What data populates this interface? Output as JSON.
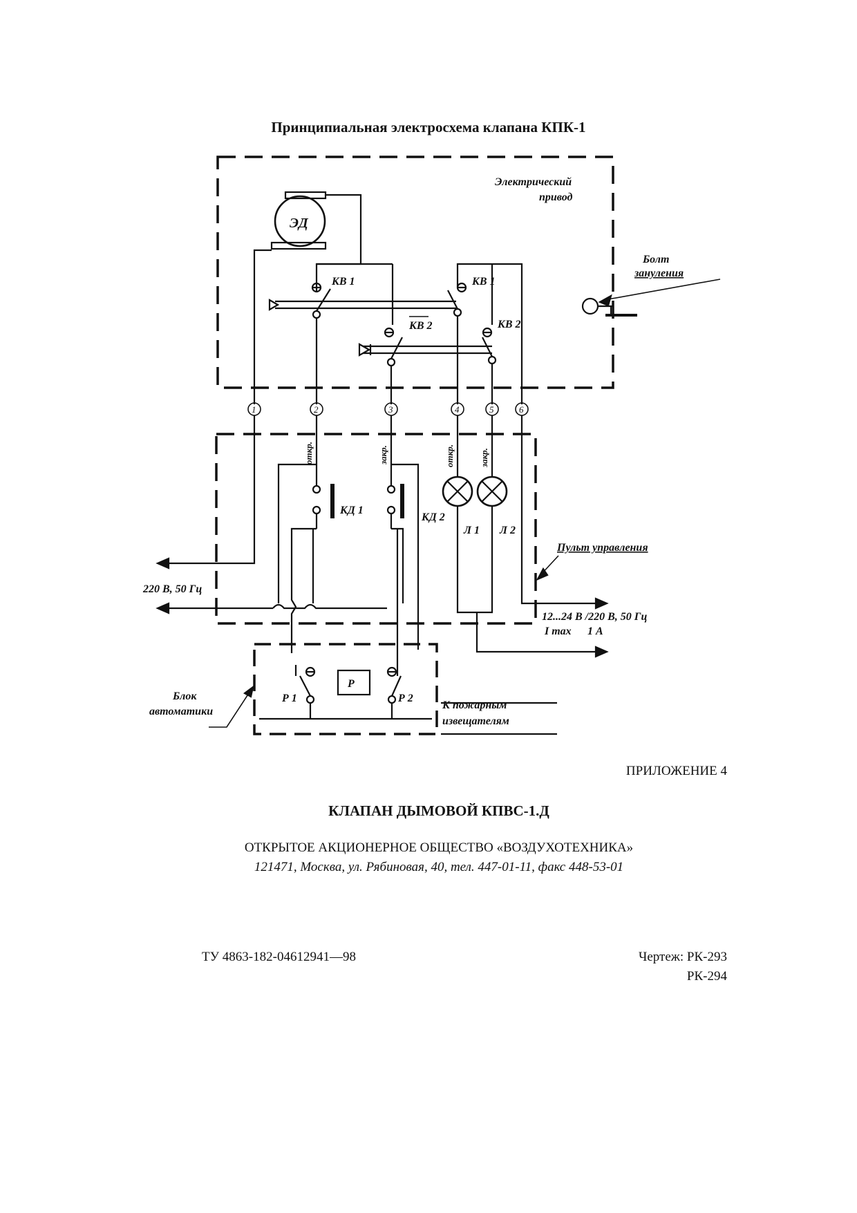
{
  "figure": {
    "title": "Принципиальная электросхема клапана КПК-1",
    "labels": {
      "drive_line1": "Электрический",
      "drive_line2": "привод",
      "motor": "ЭД",
      "bolt_line1": "Болт",
      "bolt_line2": "зануления",
      "kv1_left": "КВ 1",
      "kv1_right": "КВ 1",
      "kv2_left": "КВ 2",
      "kv2_right": "КВ 2",
      "kd1": "КД 1",
      "kd2": "КД 2",
      "lamp1": "Л 1",
      "lamp2": "Л 2",
      "wire_open_1": "откр.",
      "wire_close_1": "закр.",
      "wire_open_2": "откр.",
      "wire_close_2": "закр.",
      "console": "Пульт управления",
      "power_in": "220 В, 50 Гц",
      "power_out": "12...24 В /220 В, 50 Гц",
      "imax": "I max",
      "imax_val": "1 А",
      "automation_line1": "Блок",
      "automation_line2": "автоматики",
      "relay": "Р",
      "relay1": "Р 1",
      "relay2": "Р 2",
      "detectors_line1": "К пожарным",
      "detectors_line2": "извещателям"
    },
    "terminals": [
      "1",
      "2",
      "3",
      "4",
      "5",
      "6"
    ]
  },
  "appendix": "ПРИЛОЖЕНИЕ 4",
  "doc_title": "КЛАПАН ДЫМОВОЙ КПВС-1.Д",
  "company": "ОТКРЫТОЕ АКЦИОНЕРНОЕ ОБЩЕСТВО «ВОЗДУХОТЕХНИКА»",
  "address": "121471, Москва, ул. Рябиновая, 40, тел. 447-01-11, факс 448-53-01",
  "spec": "ТУ 4863-182-04612941—98",
  "drawing_line1": "Чертеж: РК-293",
  "drawing_line2": "РК-294"
}
